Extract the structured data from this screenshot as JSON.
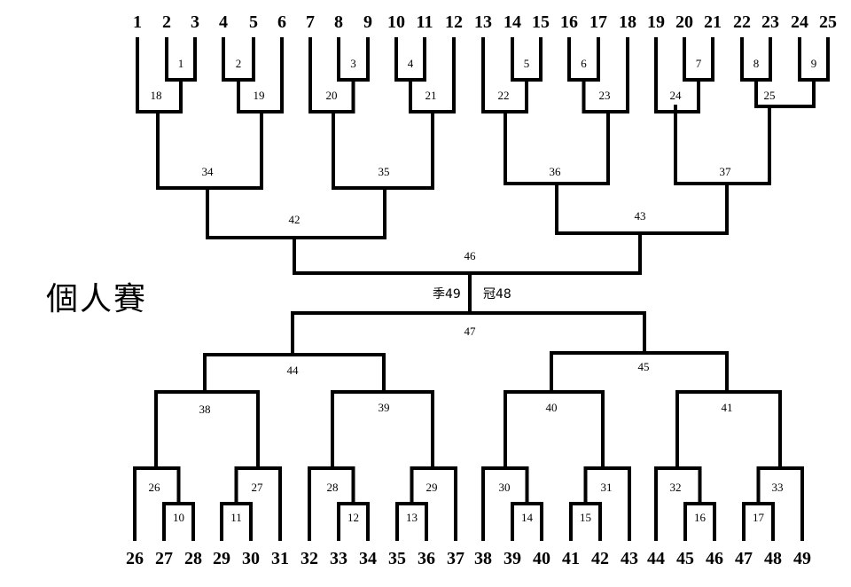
{
  "title": "個人賽",
  "top_players": [
    "1",
    "2",
    "3",
    "4",
    "5",
    "6",
    "7",
    "8",
    "9",
    "10",
    "11",
    "12",
    "13",
    "14",
    "15",
    "16",
    "17",
    "18",
    "19",
    "20",
    "21",
    "22",
    "23",
    "24",
    "25"
  ],
  "bottom_players": [
    "26",
    "27",
    "28",
    "29",
    "30",
    "31",
    "32",
    "33",
    "34",
    "35",
    "36",
    "37",
    "38",
    "39",
    "40",
    "41",
    "42",
    "43",
    "44",
    "45",
    "46",
    "47",
    "48",
    "49"
  ],
  "match_numbers": {
    "m1": "1",
    "m2": "2",
    "m3": "3",
    "m4": "4",
    "m5": "5",
    "m6": "6",
    "m7": "7",
    "m8": "8",
    "m9": "9",
    "m10": "10",
    "m11": "11",
    "m12": "12",
    "m13": "13",
    "m14": "14",
    "m15": "15",
    "m16": "16",
    "m17": "17",
    "m18": "18",
    "m19": "19",
    "m20": "20",
    "m21": "21",
    "m22": "22",
    "m23": "23",
    "m24": "24",
    "m25": "25",
    "m26": "26",
    "m27": "27",
    "m28": "28",
    "m29": "29",
    "m30": "30",
    "m31": "31",
    "m32": "32",
    "m33": "33",
    "m34": "34",
    "m35": "35",
    "m36": "36",
    "m37": "37",
    "m38": "38",
    "m39": "39",
    "m40": "40",
    "m41": "41",
    "m42": "42",
    "m43": "43",
    "m44": "44",
    "m45": "45",
    "m46": "46",
    "m47": "47"
  },
  "final": {
    "third_place": "季49",
    "champion": "冠48"
  }
}
